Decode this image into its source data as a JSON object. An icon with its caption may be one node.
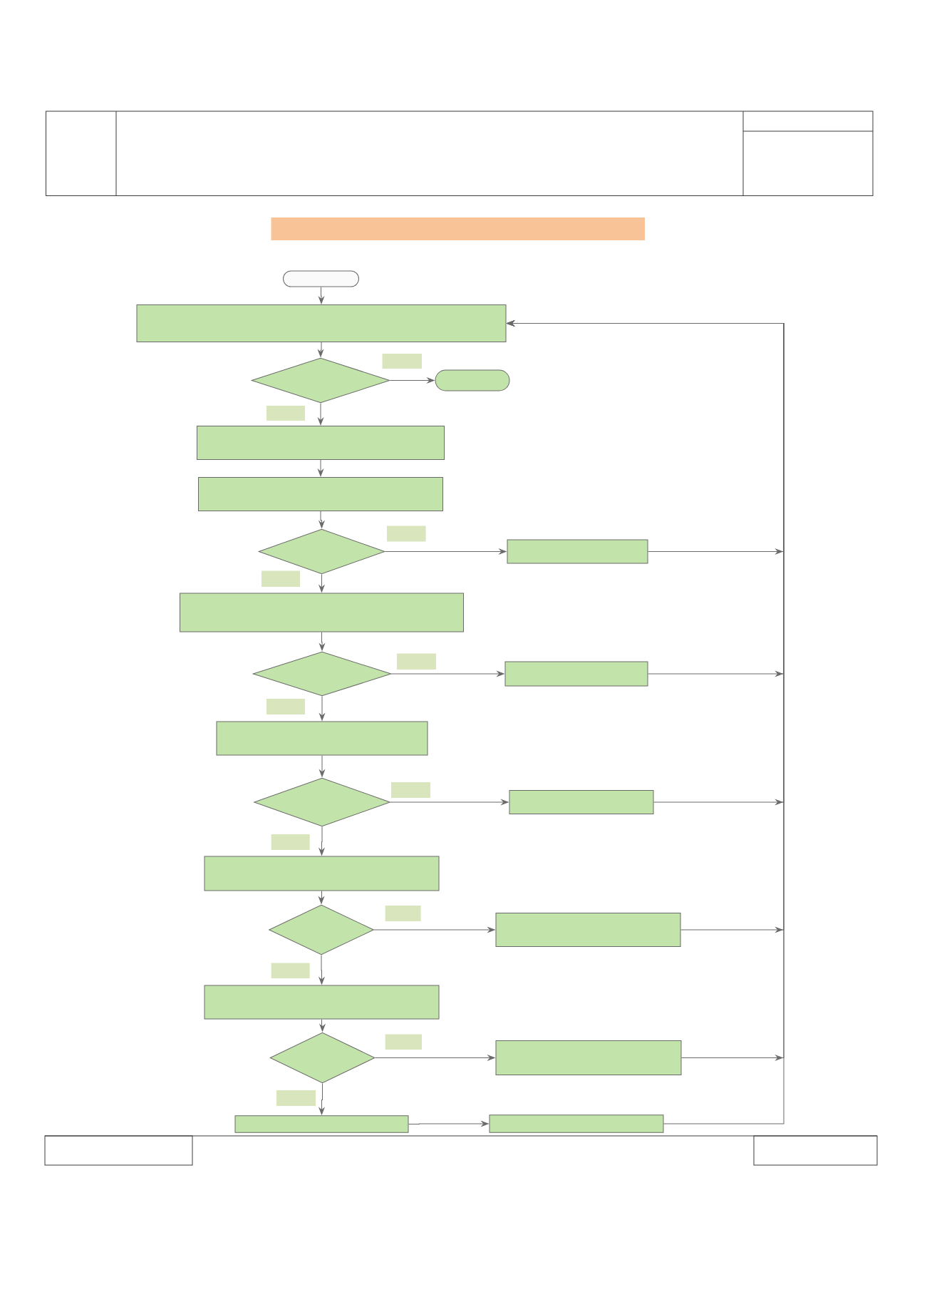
{
  "diagram": {
    "nodes": [
      {
        "text": [],
        "shape": "bar"
      },
      {
        "text": [],
        "shape": "capsule"
      },
      {
        "text": [],
        "shape": "box"
      },
      {
        "text": [],
        "shape": "diamond"
      },
      {
        "text": [],
        "shape": "capsule"
      },
      {
        "text": [],
        "shape": "box"
      },
      {
        "text": [],
        "shape": "box"
      },
      {
        "text": [],
        "shape": "diamond"
      },
      {
        "text": [],
        "shape": "box"
      },
      {
        "text": [],
        "shape": "box"
      },
      {
        "text": [],
        "shape": "diamond"
      },
      {
        "text": [],
        "shape": "box"
      },
      {
        "text": [],
        "shape": "box"
      },
      {
        "text": [],
        "shape": "diamond"
      },
      {
        "text": [],
        "shape": "box"
      },
      {
        "text": [],
        "shape": "box"
      },
      {
        "text": [],
        "shape": "diamond"
      },
      {
        "text": [],
        "shape": "box"
      },
      {
        "text": [],
        "shape": "box"
      },
      {
        "text": [],
        "shape": "diamond"
      },
      {
        "text": [],
        "shape": "box"
      },
      {
        "text": [],
        "shape": "box"
      },
      {
        "text": [],
        "shape": "box"
      }
    ],
    "edges": [
      {
        "from": 1,
        "to": 2,
        "arrow": "to"
      },
      {
        "from": 2,
        "to": 3,
        "arrow": "to"
      },
      {
        "from": 3,
        "to": 4,
        "arrow": "to"
      },
      {
        "from": 3,
        "to": 5,
        "arrow": "to"
      },
      {
        "from": 5,
        "to": 6,
        "arrow": "to"
      },
      {
        "from": 6,
        "to": 7,
        "arrow": "to"
      },
      {
        "from": 7,
        "to": 8,
        "arrow": "to"
      },
      {
        "from": 7,
        "to": 9,
        "arrow": "to"
      },
      {
        "from": 8,
        "to": 2,
        "arrow": "to"
      },
      {
        "from": 9,
        "to": 10,
        "arrow": "to"
      },
      {
        "from": 10,
        "to": 11,
        "arrow": "to"
      },
      {
        "from": 10,
        "to": 12,
        "arrow": "to"
      },
      {
        "from": 11,
        "to": 2,
        "arrow": "to"
      },
      {
        "from": 12,
        "to": 13,
        "arrow": "to"
      },
      {
        "from": 13,
        "to": 14,
        "arrow": "to"
      },
      {
        "from": 13,
        "to": 15,
        "arrow": "to"
      },
      {
        "from": 14,
        "to": 2,
        "arrow": "to"
      },
      {
        "from": 15,
        "to": 16,
        "arrow": "to"
      },
      {
        "from": 16,
        "to": 17,
        "arrow": "to"
      },
      {
        "from": 16,
        "to": 18,
        "arrow": "to"
      },
      {
        "from": 17,
        "to": 2,
        "arrow": "to"
      },
      {
        "from": 18,
        "to": 19,
        "arrow": "to"
      },
      {
        "from": 19,
        "to": 20,
        "arrow": "to"
      },
      {
        "from": 19,
        "to": 21,
        "arrow": "to"
      },
      {
        "from": 20,
        "to": 2,
        "arrow": "to"
      },
      {
        "from": 21,
        "to": 22,
        "arrow": "to"
      },
      {
        "from": 22,
        "to": 2,
        "arrow": "to"
      }
    ]
  }
}
